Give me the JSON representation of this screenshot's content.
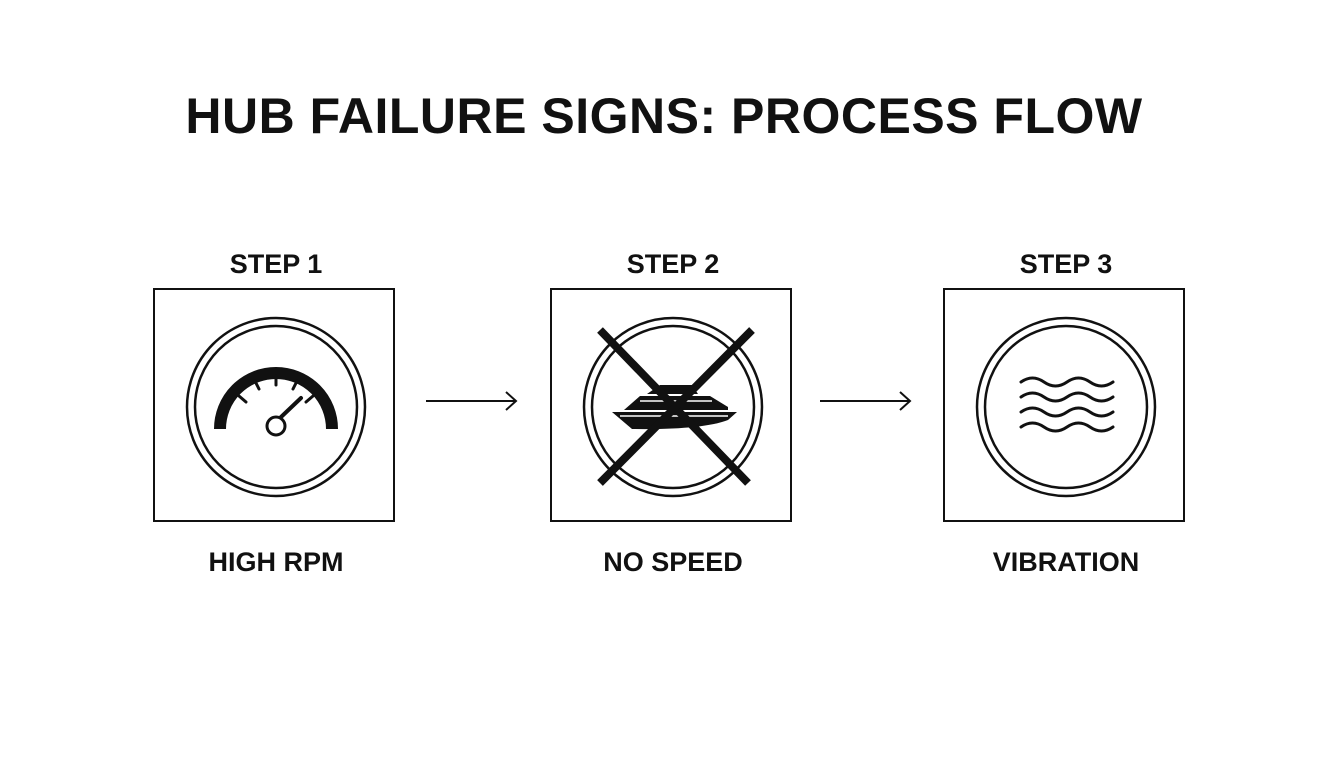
{
  "diagram": {
    "title": "HUB FAILURE SIGNS: PROCESS FLOW",
    "steps": [
      {
        "label": "STEP 1",
        "caption": "HIGH RPM",
        "icon": "tachometer-gauge-icon"
      },
      {
        "label": "STEP 2",
        "caption": "NO SPEED",
        "icon": "boat-crossed-out-icon"
      },
      {
        "label": "STEP 3",
        "caption": "VIBRATION",
        "icon": "vibration-waves-icon"
      }
    ],
    "connector": "right-arrow-icon",
    "colors": {
      "ink": "#111111",
      "background": "#ffffff"
    }
  }
}
